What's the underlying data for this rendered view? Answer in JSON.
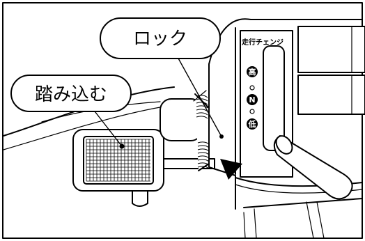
{
  "callouts": {
    "lock": "ロック",
    "step_in": "踏み込む"
  },
  "panel": {
    "title": "走行チェンジ",
    "high_glyph": "高",
    "neutral_glyph": "N",
    "low_glyph": "低"
  },
  "colors": {
    "ink": "#000000",
    "background": "#ffffff"
  }
}
